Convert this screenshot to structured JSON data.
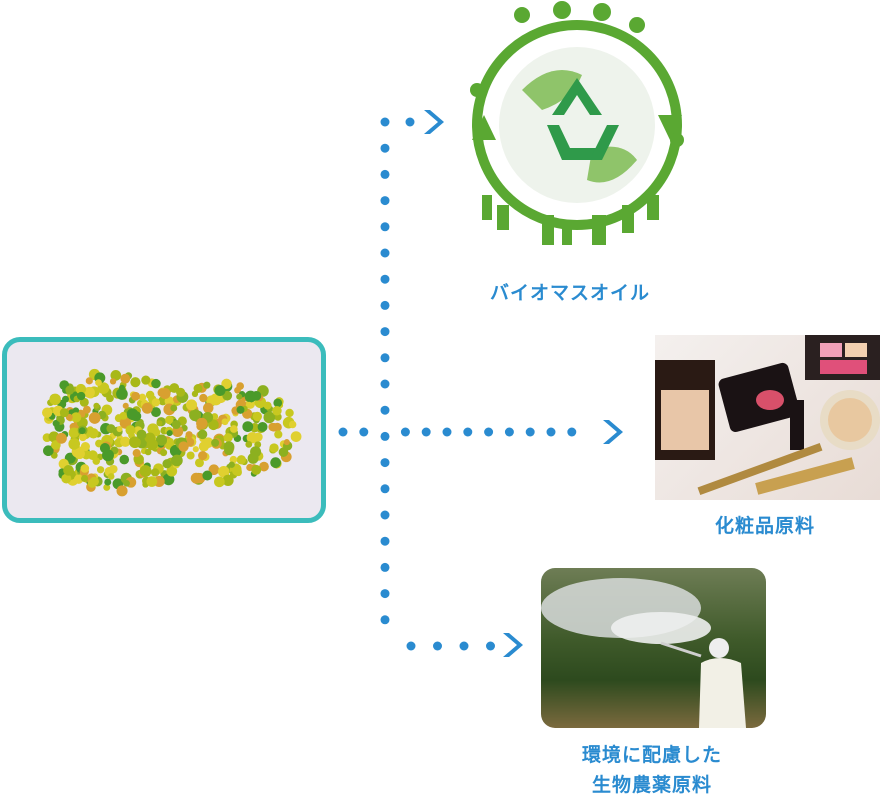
{
  "source": {
    "name": "microalgae"
  },
  "targets": [
    {
      "label": "バイオマスオイル",
      "icon": "recycle-earth-icon"
    },
    {
      "label": "化粧品原料",
      "icon": "cosmetics-image"
    },
    {
      "label_line1": "環境に配慮した",
      "label_line2": "生物農薬原料",
      "icon": "spraying-image"
    }
  ],
  "colors": {
    "accent": "#2a8bd0",
    "frame": "#3bbcbc",
    "green": "#5aa832"
  }
}
